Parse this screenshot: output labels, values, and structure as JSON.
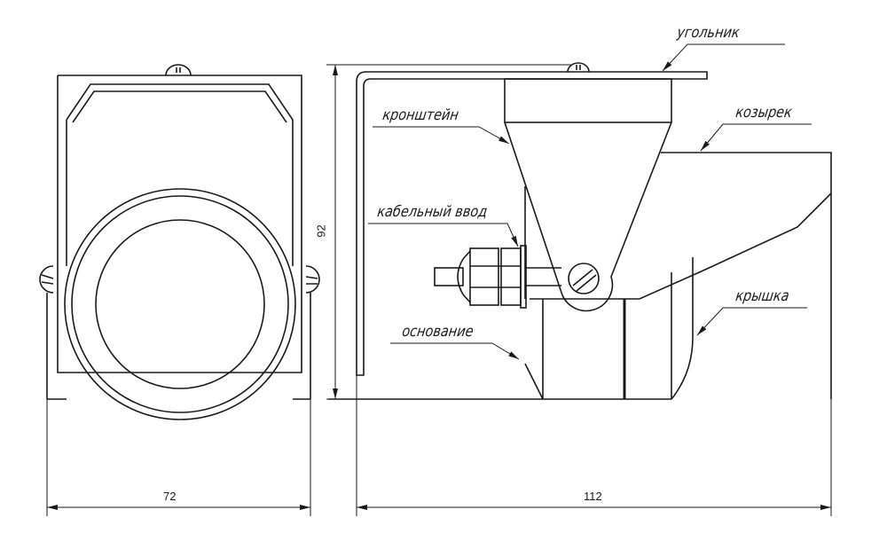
{
  "labels": {
    "ugolnik": "угольник",
    "kronshtein": "кронштейн",
    "kozyrek": "козырек",
    "kabelny_vvod": "кабельный ввод",
    "osnovanie": "основание",
    "kryshka": "крышка"
  },
  "dimensions": {
    "height": "92",
    "front_width": "72",
    "side_length": "112"
  }
}
